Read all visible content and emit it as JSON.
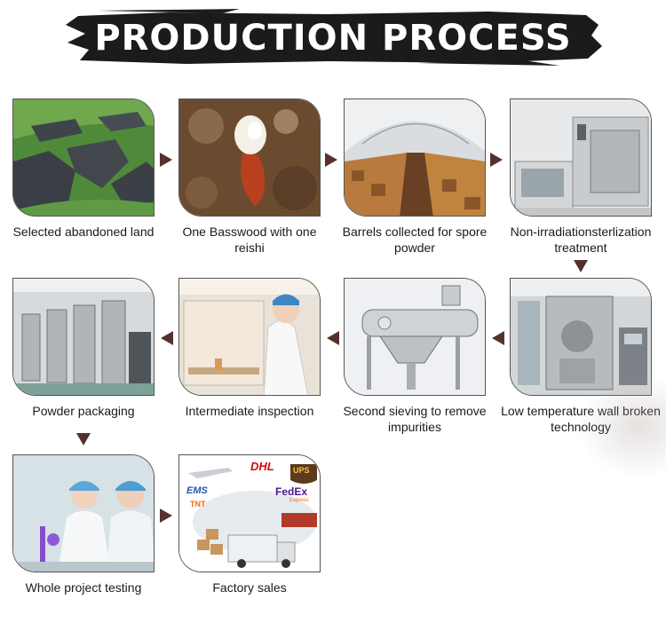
{
  "banner": {
    "title": "PRODUCTION PROCESS",
    "bg_color": "#1b1b1b",
    "text_color": "#ffffff"
  },
  "arrow_color": "#55312e",
  "steps": [
    {
      "label": "Selected abandoned land",
      "image": "farmland-photo"
    },
    {
      "label": "One Basswood with one reishi",
      "image": "reishi-on-log-photo"
    },
    {
      "label": "Barrels collected for spore powder",
      "image": "greenhouse-barrels-photo"
    },
    {
      "label": "Non-irradiationsterlization treatment",
      "image": "sterilization-chamber-photo"
    },
    {
      "label": "Low temperature wall broken technology",
      "image": "wall-breaking-machine-photo"
    },
    {
      "label": "Second sieving to remove impurities",
      "image": "sieving-machine-photo"
    },
    {
      "label": "Intermediate inspection",
      "image": "lab-inspection-photo"
    },
    {
      "label": "Powder packaging",
      "image": "packaging-line-photo"
    },
    {
      "label": "Whole project testing",
      "image": "lab-testing-photo"
    },
    {
      "label": "Factory sales",
      "image": "shipping-logistics-photo"
    }
  ],
  "logistics_logos": [
    "DHL",
    "UPS",
    "EMS",
    "FedEx",
    "Express",
    "TNT"
  ]
}
